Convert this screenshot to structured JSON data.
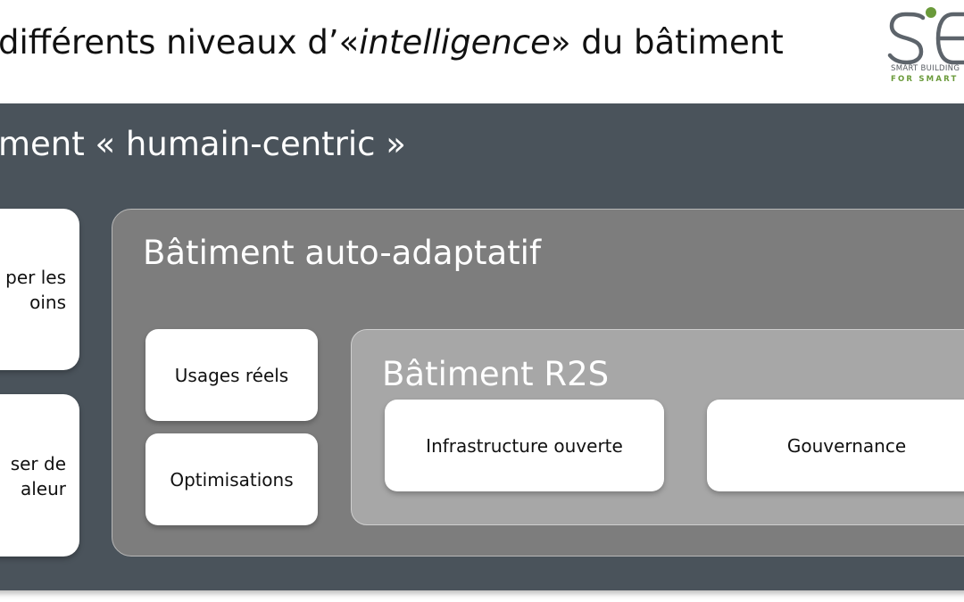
{
  "header": {
    "title_prefix": "différents niveaux d’«",
    "title_emphasis": "intelligence",
    "title_suffix": "» du bâtiment"
  },
  "logo": {
    "tagline_line1": "SMART BUILDING",
    "tagline_line2": "FOR SMART"
  },
  "diagram": {
    "outer": {
      "title": "ment « humain-centric »"
    },
    "left_cards": [
      {
        "line1": "per les",
        "line2": "oins"
      },
      {
        "line1": "ser de",
        "line2": "aleur"
      }
    ],
    "mid": {
      "title": "Bâtiment auto-adaptatif",
      "cards": [
        "Usages réels",
        "Optimisations"
      ]
    },
    "inner": {
      "title": "Bâtiment R2S",
      "cards": [
        "Infrastructure ouverte",
        "Gouvernance"
      ]
    }
  },
  "colors": {
    "outer_panel": "#4a535b",
    "mid_panel": "#7d7d7d",
    "inner_panel": "#a7a7a7",
    "logo_accent": "#6a9a3a"
  }
}
